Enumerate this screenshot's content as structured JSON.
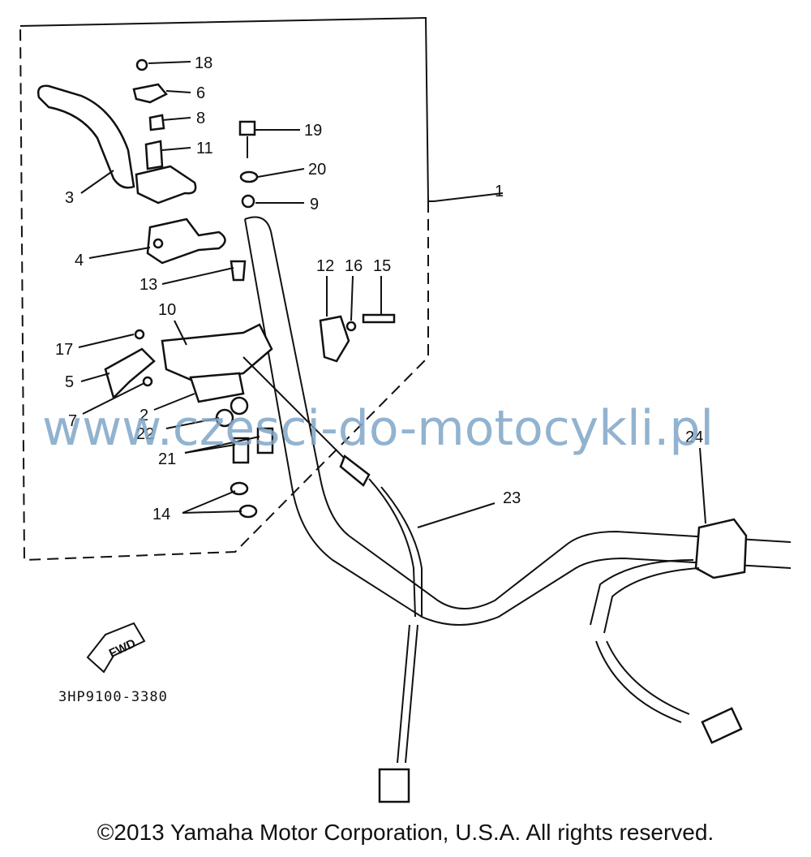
{
  "diagram": {
    "part_code": "3HP9100-3380",
    "direction_label": "FWD",
    "watermark": "www.czesci-do-motocykli.pl",
    "copyright": "©2013 Yamaha Motor Corporation, U.S.A. All rights reserved.",
    "callouts": [
      "1",
      "2",
      "3",
      "4",
      "5",
      "6",
      "7",
      "8",
      "9",
      "10",
      "11",
      "12",
      "13",
      "14",
      "15",
      "16",
      "17",
      "18",
      "19",
      "20",
      "21",
      "22",
      "23",
      "24"
    ]
  }
}
